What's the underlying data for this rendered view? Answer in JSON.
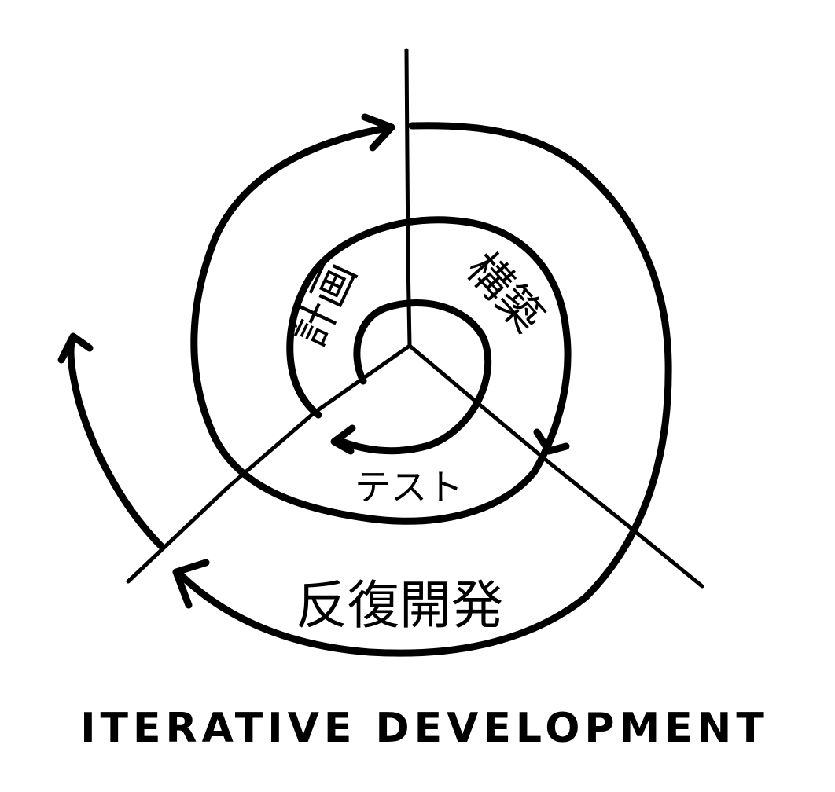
{
  "diagram": {
    "labels": {
      "plan": "計画",
      "build": "構築",
      "test": "テスト",
      "iterative": "反復開発"
    },
    "caption": "ITERATIVE DEVELOPMENT"
  }
}
